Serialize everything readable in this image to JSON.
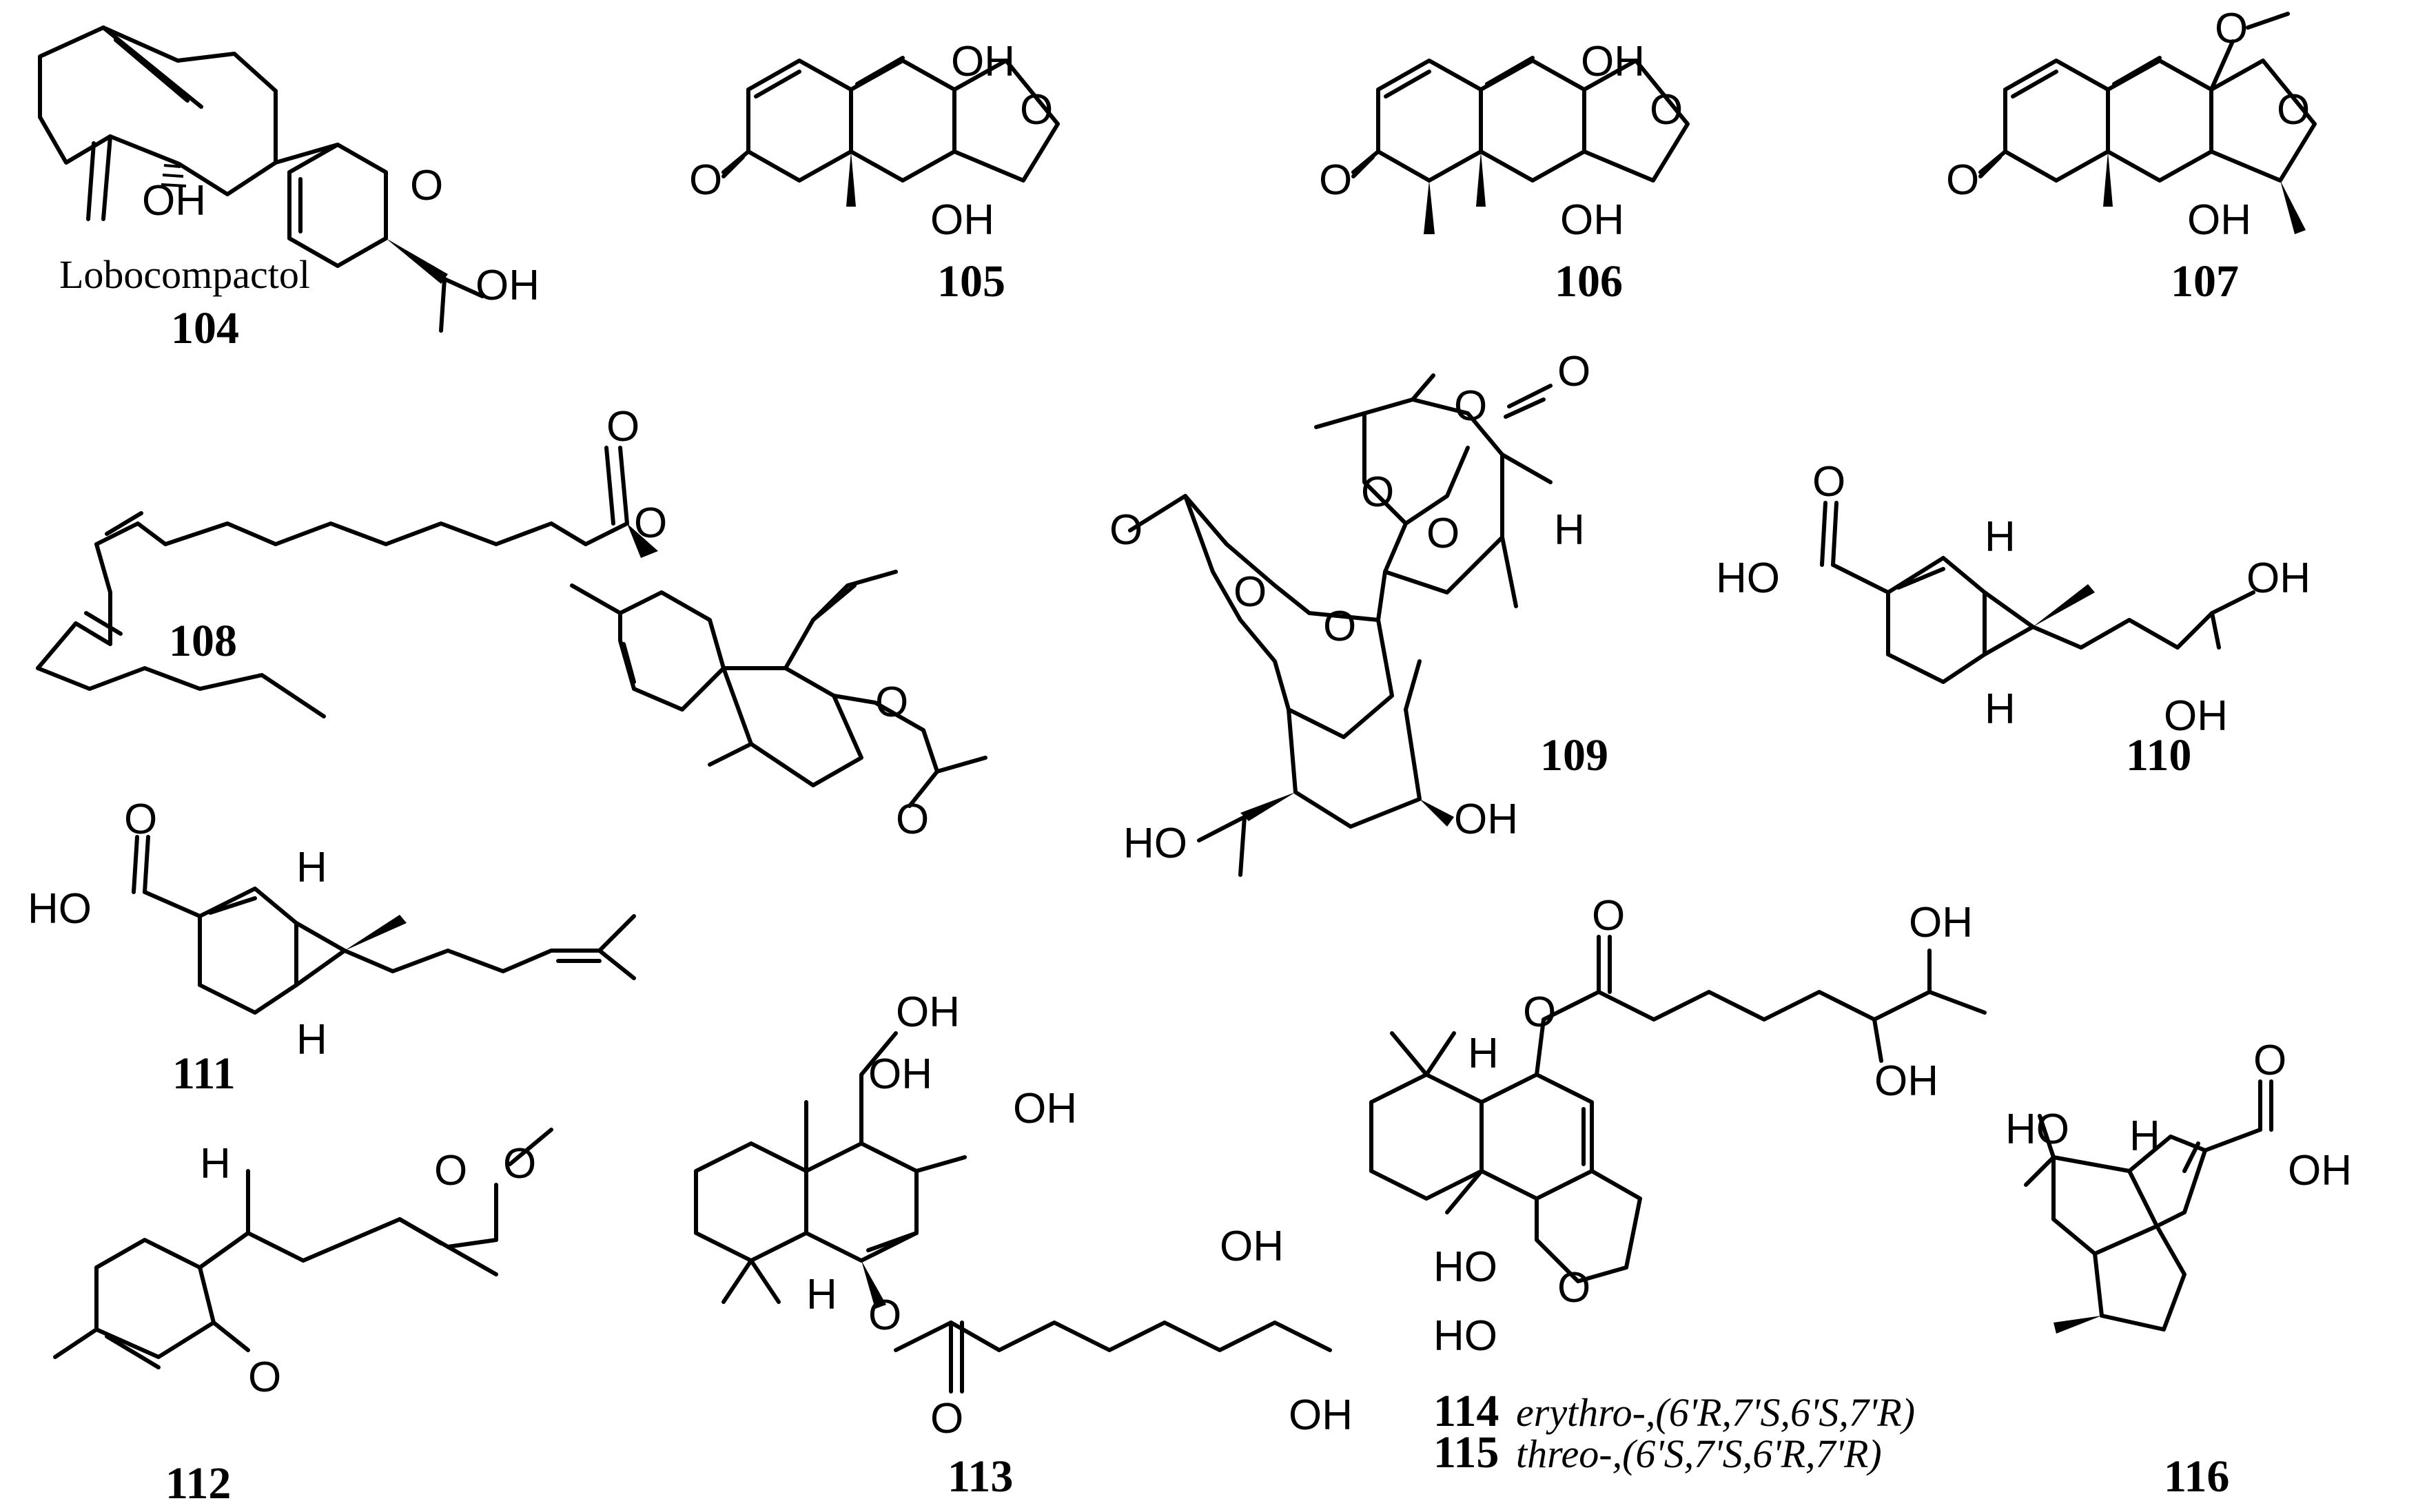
{
  "compounds": [
    {
      "id": "104",
      "label": "104",
      "name": "Lobocompactol",
      "atoms": [
        "OH",
        "O",
        "OH"
      ]
    },
    {
      "id": "105",
      "label": "105",
      "atoms": [
        "OH",
        "O",
        "O",
        "OH"
      ]
    },
    {
      "id": "106",
      "label": "106",
      "atoms": [
        "OH",
        "O",
        "O",
        "OH"
      ]
    },
    {
      "id": "107",
      "label": "107",
      "atoms": [
        "O",
        "O",
        "O",
        "OH"
      ]
    },
    {
      "id": "108",
      "label": "108",
      "atoms": [
        "O",
        "O",
        "O",
        "O"
      ]
    },
    {
      "id": "109",
      "label": "109",
      "atoms": [
        "O",
        "O",
        "O",
        "O",
        "O",
        "H",
        "O",
        "O",
        "HO",
        "OH"
      ]
    },
    {
      "id": "110",
      "label": "110",
      "atoms": [
        "O",
        "HO",
        "H",
        "H",
        "OH",
        "OH"
      ]
    },
    {
      "id": "111",
      "label": "111",
      "atoms": [
        "O",
        "HO",
        "H",
        "H"
      ]
    },
    {
      "id": "112",
      "label": "112",
      "atoms": [
        "O",
        "O",
        "H",
        "O"
      ]
    },
    {
      "id": "113",
      "label": "113",
      "atoms": [
        "OH",
        "OH",
        "OH",
        "H",
        "O",
        "O",
        "OH",
        "OH"
      ]
    },
    {
      "id": "114",
      "label": "114",
      "descriptor": "erythro-,(6'R,7'S,6'S,7'R)"
    },
    {
      "id": "115",
      "label": "115",
      "descriptor": "threo-,(6'S,7'S,6'R,7'R)",
      "atoms_shared_114_115": [
        "O",
        "O",
        "OH",
        "OH",
        "H",
        "HO",
        "O",
        "HO"
      ]
    },
    {
      "id": "116",
      "label": "116",
      "atoms": [
        "HO",
        "H",
        "O",
        "OH"
      ]
    }
  ]
}
